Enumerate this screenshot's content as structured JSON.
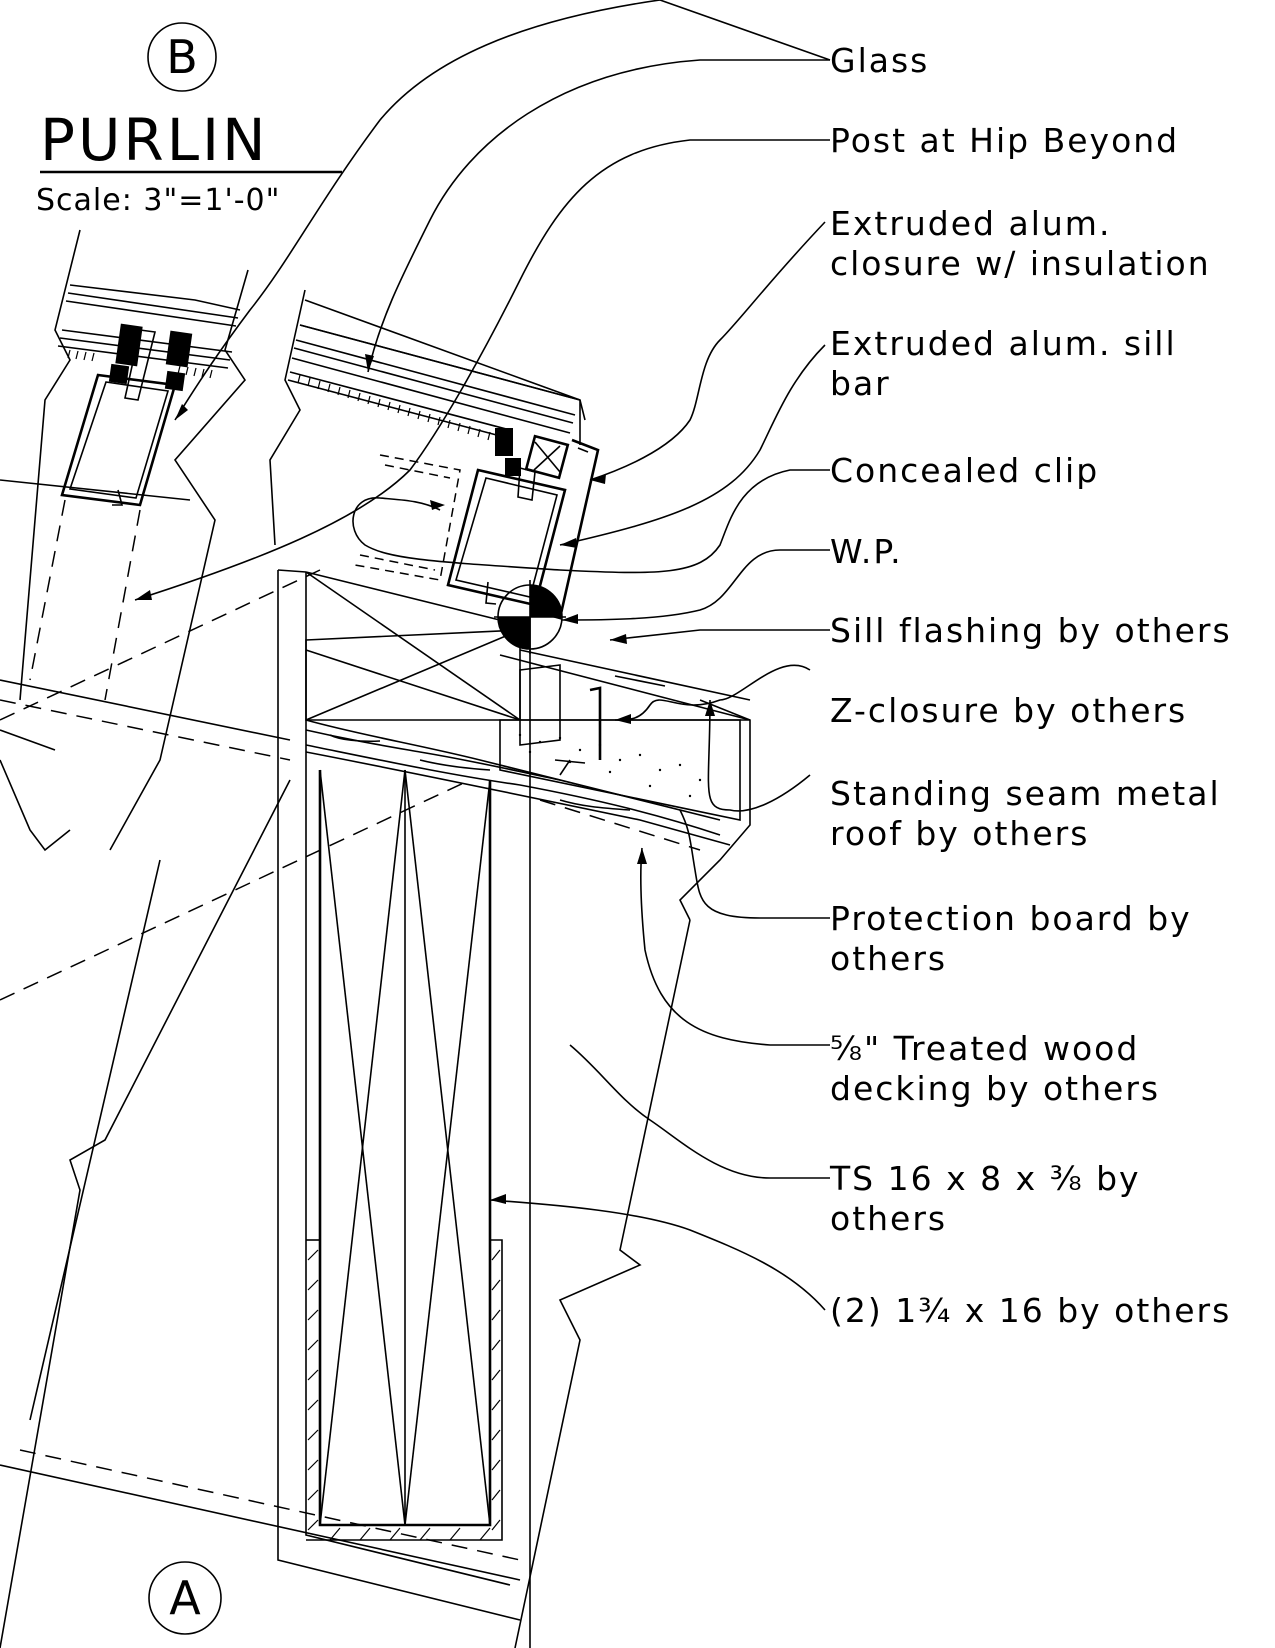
{
  "detail": {
    "title_bubble": "B",
    "title": "PURLIN",
    "scale": "Scale: 3\"=1'-0\"",
    "reference_bubble": "A"
  },
  "labels": [
    {
      "id": "glass",
      "lines": [
        "Glass"
      ]
    },
    {
      "id": "post-at-hip",
      "lines": [
        "Post at Hip Beyond"
      ]
    },
    {
      "id": "closure",
      "lines": [
        "Extruded alum.",
        "closure w/ insulation"
      ]
    },
    {
      "id": "sill-bar",
      "lines": [
        "Extruded alum. sill",
        "bar"
      ]
    },
    {
      "id": "concealed-clip",
      "lines": [
        "Concealed clip"
      ]
    },
    {
      "id": "wp",
      "lines": [
        "W.P."
      ]
    },
    {
      "id": "sill-flashing",
      "lines": [
        "Sill flashing by others"
      ]
    },
    {
      "id": "z-closure",
      "lines": [
        "Z-closure by others"
      ]
    },
    {
      "id": "standing-seam",
      "lines": [
        "Standing seam metal",
        "roof by others"
      ]
    },
    {
      "id": "protection-board",
      "lines": [
        "Protection board by",
        "others"
      ]
    },
    {
      "id": "wood-decking",
      "lines": [
        "⅝\" Treated wood",
        "decking by others"
      ]
    },
    {
      "id": "ts-tube",
      "lines": [
        "TS 16 x 8 x ⅜ by",
        "others"
      ]
    },
    {
      "id": "lumber",
      "lines": [
        "(2) 1¾ x 16 by others"
      ]
    }
  ]
}
